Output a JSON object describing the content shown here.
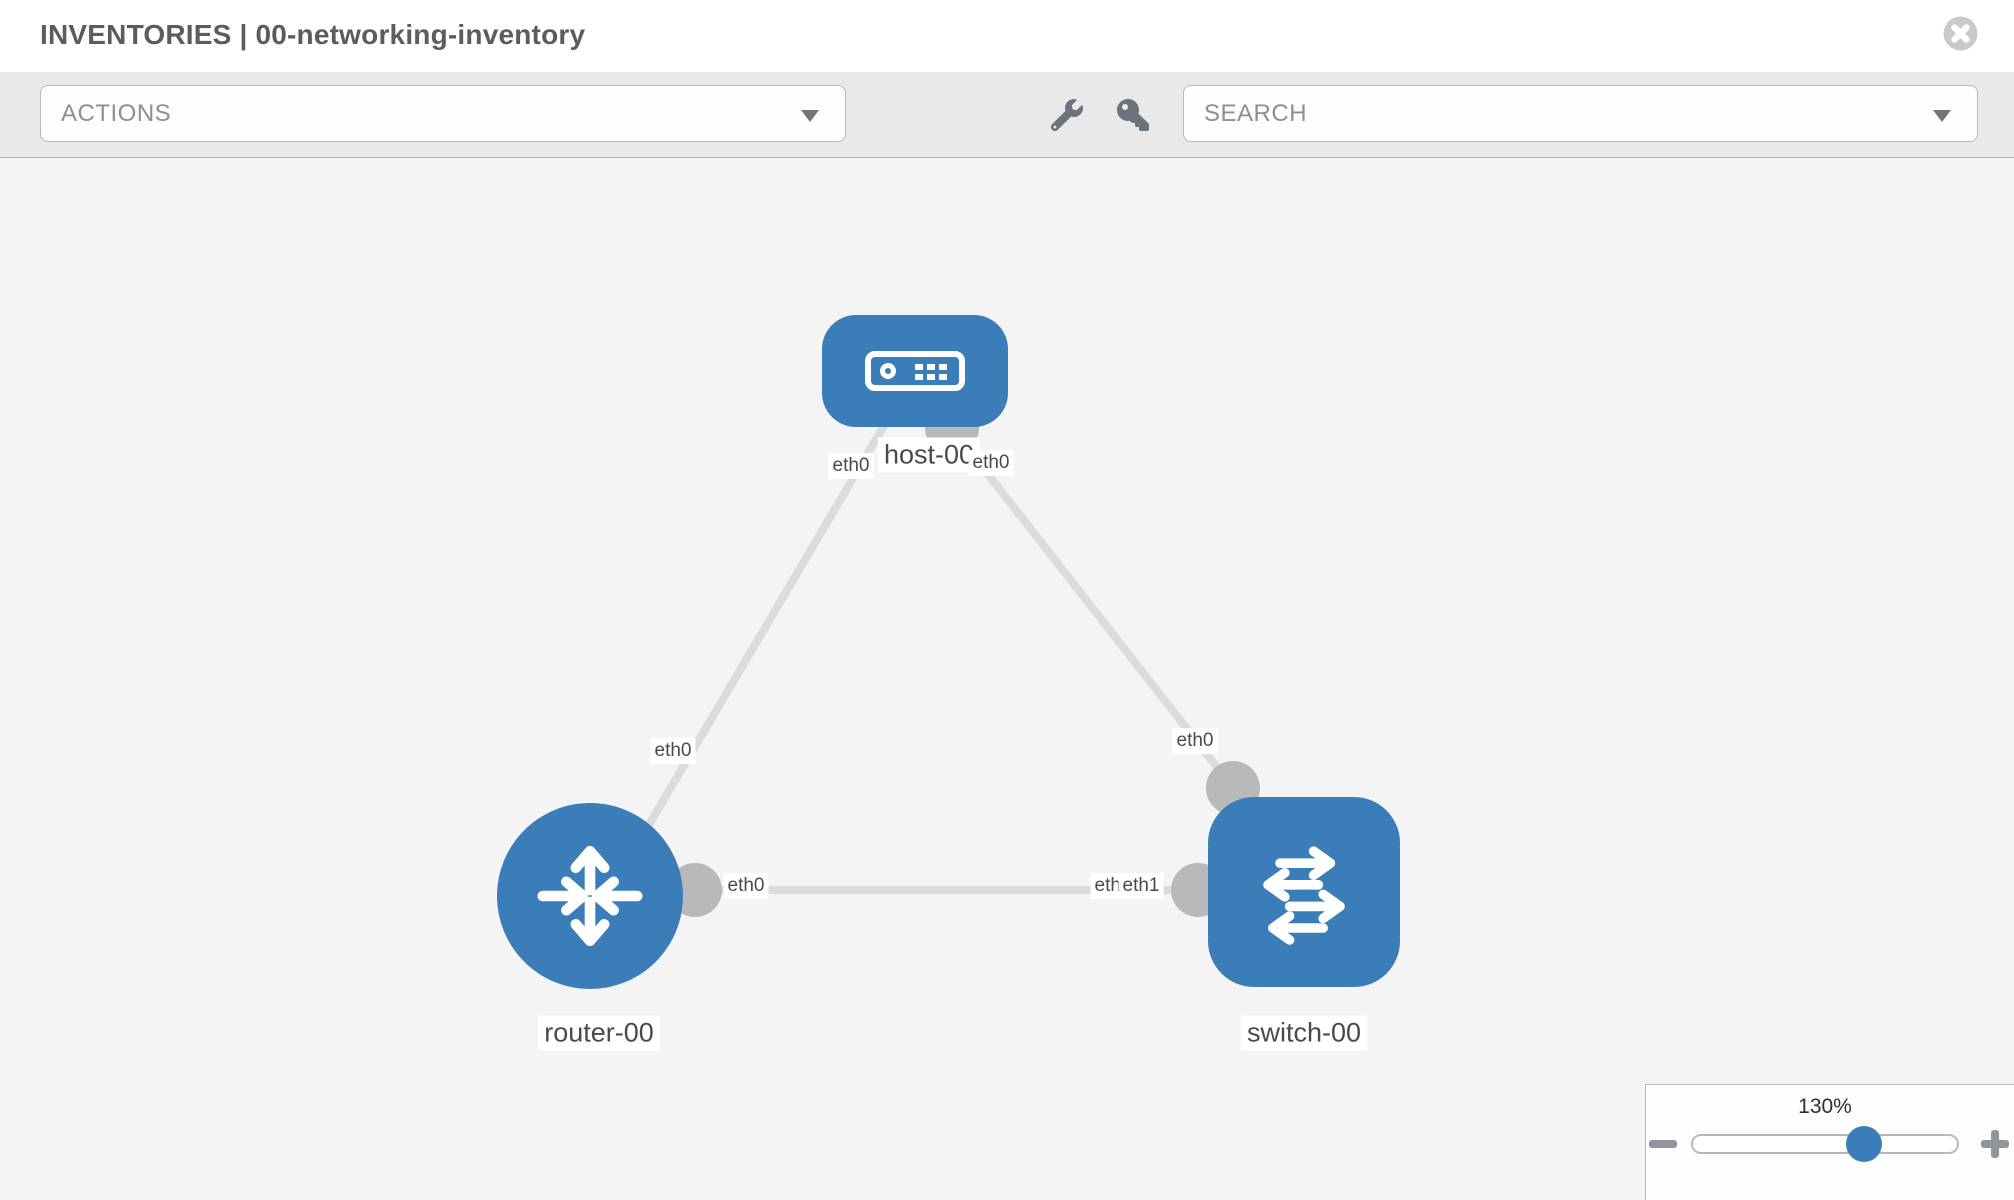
{
  "header": {
    "title": "INVENTORIES | 00-networking-inventory"
  },
  "toolbar": {
    "actions_label": "ACTIONS",
    "search_label": "SEARCH"
  },
  "topology": {
    "nodes": [
      {
        "id": "host-00",
        "type": "host",
        "label": "host-00"
      },
      {
        "id": "router-00",
        "type": "router",
        "label": "router-00"
      },
      {
        "id": "switch-00",
        "type": "switch",
        "label": "switch-00"
      }
    ],
    "links": [
      {
        "from": "host-00",
        "to": "router-00"
      },
      {
        "from": "host-00",
        "to": "switch-00"
      },
      {
        "from": "router-00",
        "to": "switch-00"
      }
    ],
    "interface_labels": [
      {
        "text": "eth0",
        "at": "host-00 left link"
      },
      {
        "text": "eth0",
        "at": "host-00 right link"
      },
      {
        "text": "eth0",
        "at": "router-00 top link"
      },
      {
        "text": "eth0",
        "at": "switch-00 top link"
      },
      {
        "text": "eth0",
        "at": "router-00 side link"
      },
      {
        "text": "eth0",
        "at": "switch-00 side link (under)"
      },
      {
        "text": "eth1",
        "at": "switch-00 side link"
      }
    ]
  },
  "zoom": {
    "level": "130%"
  },
  "colors": {
    "node_blue": "#3a7db9",
    "connector_gray": "#b9b9b9",
    "link_gray": "#dbdbdb",
    "toolbar_gray": "#e9e9e9",
    "canvas_gray": "#f4f4f4",
    "title_gray": "#5c5c5c"
  }
}
